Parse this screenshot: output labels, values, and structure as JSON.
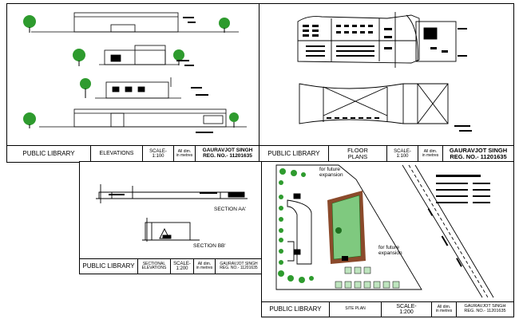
{
  "sheet_elev": {
    "project": "PUBLIC LIBRARY",
    "drawing": "ELEVATIONS",
    "scale": "SCALE-\n1:100",
    "units": "All dim.\nin metres",
    "author": "GAURAVJOT SINGH\nREG. NO.- 11201635"
  },
  "sheet_plan": {
    "project": "PUBLIC LIBRARY",
    "drawing": "FLOOR\nPLANS",
    "scale": "SCALE-\n1:100",
    "units": "All dim.\nin metres",
    "author": "GAURAVJOT SINGH\nREG. NO.- 11201635"
  },
  "sheet_sect": {
    "project": "PUBLIC LIBRARY",
    "drawing": "SECTIONAL\nELEVATIONS",
    "scale": "SCALE-\n1:200",
    "units": "All dim.\nin metres",
    "author": "GAURAVJOT SINGH\nREG. NO.- 11201635",
    "label_aa": "SECTION AA'",
    "label_bb": "SECTION BB'"
  },
  "sheet_site": {
    "project": "PUBLIC LIBRARY",
    "drawing": "SITE PLAN",
    "scale": "SCALE-\n1:200",
    "units": "All dim.\nin metres",
    "author": "GAURAVJOT SINGH\nREG. NO.- 11201635",
    "note_top": "for future\nexpansion",
    "note_right": "for future\nexpansion"
  },
  "colors": {
    "line": "#000000",
    "tree": "#2e9b2e",
    "tree_dark": "#1f6f1f",
    "lawn": "#7fc97f",
    "plinth": "#8b4a2b"
  }
}
